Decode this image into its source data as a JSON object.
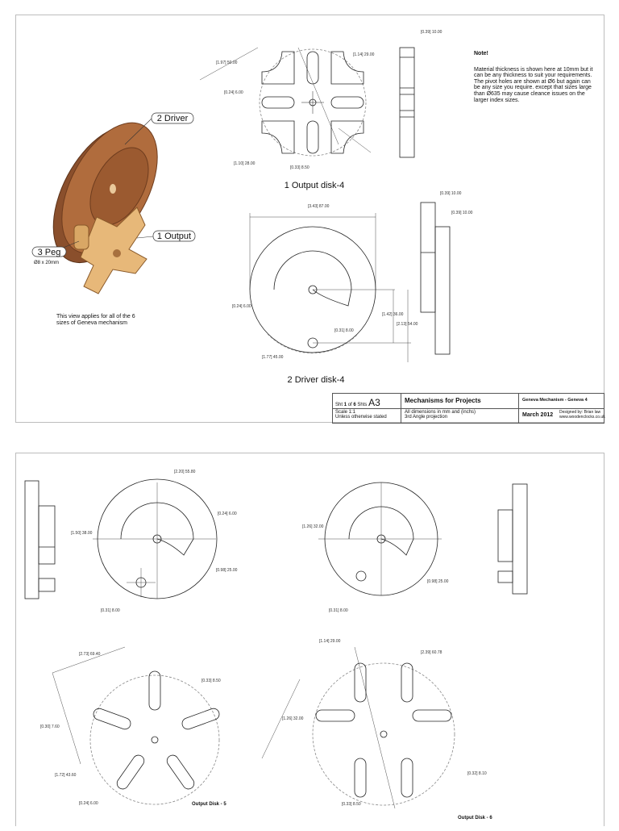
{
  "sheet1": {
    "labels": {
      "driver_callout": "2 Driver",
      "output_callout": "1 Output",
      "peg_callout": "3 Peg",
      "peg_size": "Ø8 x 20mm",
      "output_disk_title": "1 Output disk-4",
      "driver_disk_title": "2 Driver disk-4"
    },
    "applies_note": "This view applies for all of the 6 sizes of Geneva mechanism",
    "note": {
      "title": "Note!",
      "body": "Material thickness is shown here at 10mm but it can be any thickness to suit your requirements. The pivot holes are shown at Ø6 but again can be any size you require. except that sizes large than Ø635 may cause cleance issues on the larger index sizes."
    },
    "dims": {
      "d1": "[0.39] 10.00",
      "d2": "[3.43] 87.00",
      "d3": "[0.31] 8.00",
      "d4": "[0.24] 6.00",
      "d5": "[1.42] 36.00",
      "d6": "[2.13] 54.00",
      "d7": "[1.77] 45.00",
      "d8": "[0.33] 8.50",
      "d9": "[0.24] 6.00",
      "d10": "[1.97] 50.00",
      "d11": "[1.14] 29.00",
      "d12": "[1.10] 28.00"
    },
    "title_block": {
      "sheet_prefix": "Sht",
      "sheet_num": "1",
      "sheet_of": "of",
      "sheet_total": "6",
      "sheet_suffix": "Shts",
      "size": "A3",
      "project": "Mechanisms for Projects",
      "drawing_title": "Geneva Mechanism - Geneva 4",
      "scale": "Scale 1:1",
      "scale_note": "Unless otherwise stated",
      "dims_note": "All dimensions in mm and (inchs)",
      "projection": "3rd Angle projection",
      "date": "March 2012",
      "designer": "Designed by: Brian law",
      "website": "www.woodenclocks.co.uk"
    }
  },
  "sheet2": {
    "labels": {
      "output5": "Output Disk - 5",
      "output6": "Output Disk - 6"
    },
    "dims": {
      "a1": "[1.50] 38.00",
      "a2": "[2.20] 55.80",
      "a3": "[0.24] 6.00",
      "a4": "[0.31] 8.00",
      "a5": "[0.98] 25.00",
      "a6": "[1.26] 32.00",
      "a7": "[2.73] 69.40",
      "a8": "[0.33] 8.50",
      "a9": "[1.72] 43.60",
      "a10": "[0.30] 7.60",
      "a11": "[1.14] 29.00",
      "a12": "[2.39] 60.78",
      "a13": "[0.32] 8.10"
    }
  }
}
